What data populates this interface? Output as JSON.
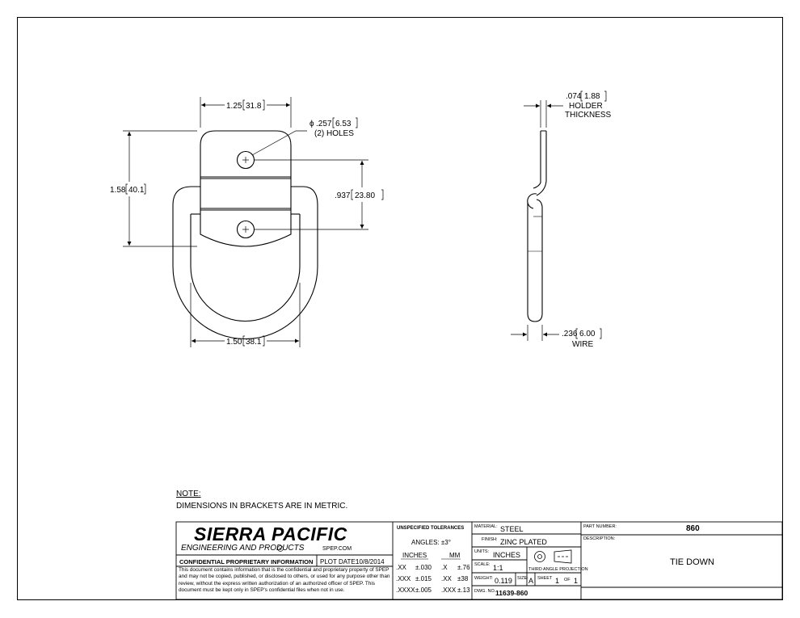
{
  "views": {
    "front": {
      "dim_top": {
        "value": "1.25",
        "metric": "31.8"
      },
      "dim_left": {
        "value": "1.58",
        "metric": "40.1"
      },
      "dim_right": {
        "value": ".937",
        "metric": "23.80"
      },
      "dim_bottom": {
        "value": "1.50",
        "metric": "38.1"
      },
      "hole_callout": {
        "symbol": "ϕ",
        "value": ".257",
        "metric": "6.53",
        "note": "(2) HOLES"
      }
    },
    "side": {
      "holder_dim": {
        "value": ".074",
        "metric": "1.88",
        "line1": "HOLDER",
        "line2": "THICKNESS"
      },
      "wire_dim": {
        "value": ".236",
        "metric": "6.00",
        "line1": "WIRE"
      }
    }
  },
  "note": {
    "title": "NOTE:",
    "text": "DIMENSIONS IN BRACKETS ARE IN METRIC."
  },
  "title_block": {
    "company": "SIERRA PACIFIC",
    "company_sub": "ENGINEERING AND PRODUCTS",
    "registered_mark": "R",
    "website": "SPEP.COM",
    "confidential_heading": "CONFIDENTIAL PROPRIETARY INFORMATION",
    "plot_date_label": "PLOT DATE:",
    "plot_date": "10/8/2014",
    "legal_text": "This document contains information that is the confidential and proprietary property of SPEP and may not be copied, published, or disclosed to others, or used for any purpose other than review, without the express written authorization of an authorized officer of SPEP. This document must be kept only in SPEP's confidential files when not in use.",
    "tolerances": {
      "heading": "UNSPECIFIED TOLERANCES",
      "angles": "ANGLES: ±3°",
      "inches_label": "INCHES",
      "mm_label": "MM",
      "rows": [
        {
          "in_fmt": ".XX",
          "in_tol": "±.030",
          "mm_fmt": ".X",
          "mm_tol": "±.76"
        },
        {
          "in_fmt": ".XXX",
          "in_tol": "±.015",
          "mm_fmt": ".XX",
          "mm_tol": "±38"
        },
        {
          "in_fmt": ".XXXX",
          "in_tol": "±.005",
          "mm_fmt": ".XXX",
          "mm_tol": "±.13"
        }
      ]
    },
    "material_label": "MATERIAL:",
    "material": "STEEL",
    "finish_label": "FINISH:",
    "finish": "ZINC PLATED",
    "units_label": "UNITS:",
    "units": "INCHES",
    "scale_label": "SCALE:",
    "scale": "1:1",
    "projection_label": "THIRD ANGLE PROJECTION",
    "weight_label": "WEIGHT:",
    "weight": "0.119",
    "size_label": "SIZE:",
    "size": "A",
    "sheet_label": "SHEET",
    "sheet": "1",
    "of_label": "OF",
    "sheet_total": "1",
    "dwg_label": "DWG. NO.",
    "dwg_no": "11639-860",
    "part_number_label": "PART NUMBER:",
    "part_number": "860",
    "description_label": "DESCRIPTION:",
    "description": "TIE DOWN"
  }
}
